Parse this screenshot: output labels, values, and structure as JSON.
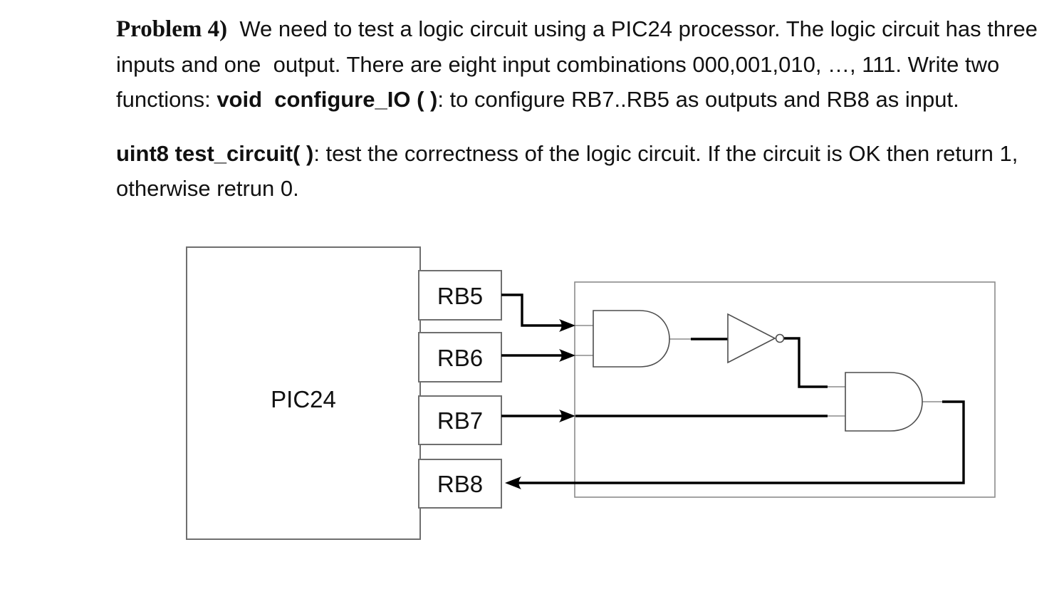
{
  "page": {
    "background": "#ffffff",
    "text_color": "#111111"
  },
  "problem": {
    "heading": "Problem 4)",
    "p1_body": "  We need to test a logic circuit using a PIC24 processor. The logic circuit has three inputs and one  output. There are eight input combinations 000,001,010, …, 111. Write two functions: ",
    "p1_func": "void  configure_IO ( )",
    "p1_tail": ": to configure RB7..RB5 as outputs and RB8 as input.",
    "p2_func": "uint8 test_circuit( )",
    "p2_tail": ": test the correctness of the logic circuit. If the circuit is OK then return 1, otherwise retrun 0."
  },
  "diagram": {
    "chip_label": "PIC24",
    "pins": [
      {
        "label": "RB5"
      },
      {
        "label": "RB6"
      },
      {
        "label": "RB7"
      },
      {
        "label": "RB8"
      }
    ],
    "gates": [
      "AND-gate",
      "NOT-gate",
      "AND-gate"
    ],
    "colors": {
      "wire": "#000000",
      "box_stroke": "#6f6f6f",
      "boundary_stroke": "#8c8c8c",
      "gate_stroke": "#4d4d4d"
    }
  }
}
